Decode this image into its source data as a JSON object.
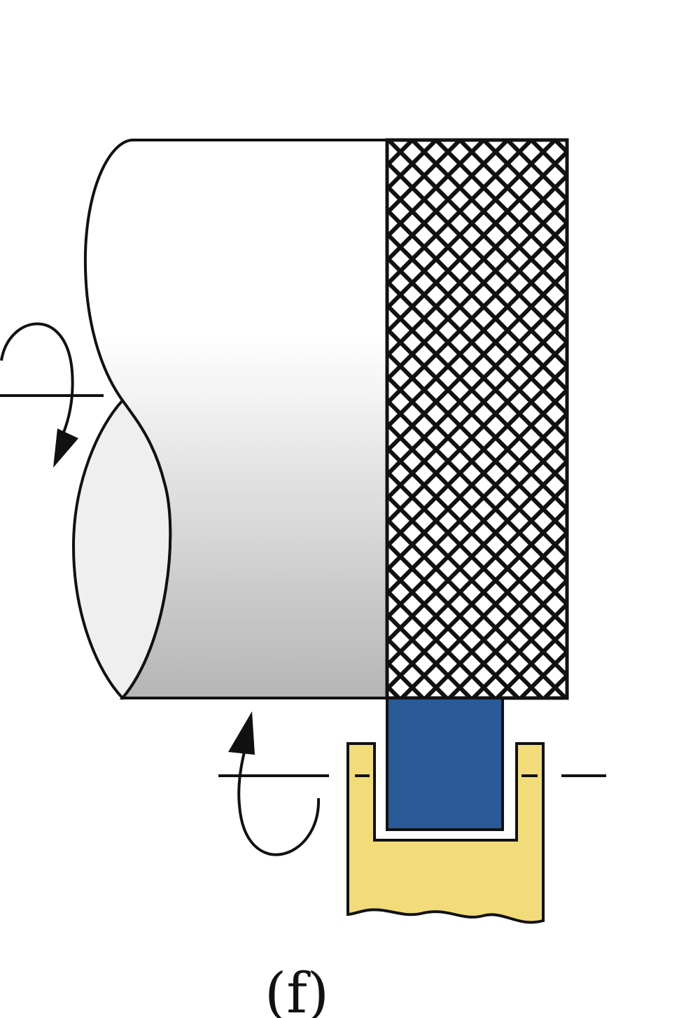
{
  "figure": {
    "caption": "(f)"
  },
  "colors": {
    "outline": "#111111",
    "knurl_background": "#ffffff",
    "cylinder_gradient_top": "#ffffff",
    "cylinder_gradient_bottom": "#b5b5b5",
    "end_face": "#efefef",
    "roller": "#2a5a98",
    "holder": "#f2dc7a"
  },
  "parts": {
    "workpiece": "cylinder-workpiece",
    "knurled_section": "knurled-surface",
    "knurling_wheel": "knurling-wheel",
    "tool_holder": "tool-holder",
    "spindle_rotation": "clockwise-rotation-arrow-icon",
    "wheel_rotation": "counter-rotation-arrow-icon"
  }
}
